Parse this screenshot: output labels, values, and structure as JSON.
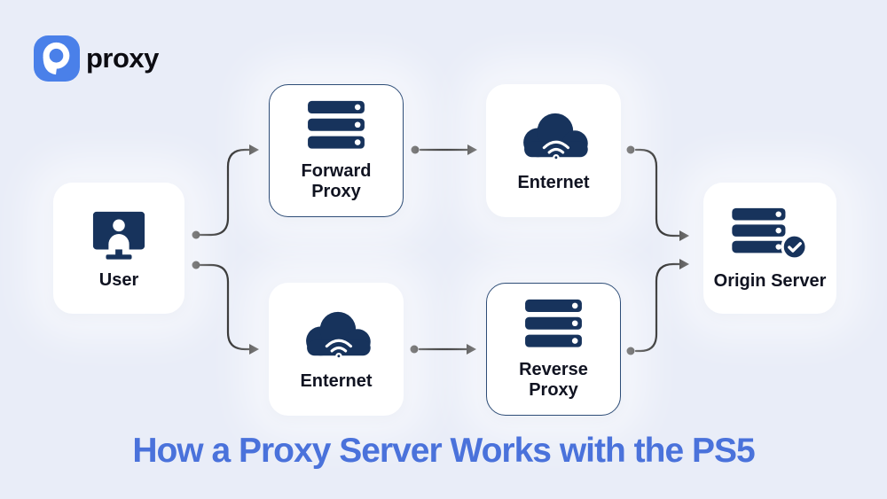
{
  "logo": {
    "text": "proxy",
    "icon": "nine-proxy-logo-icon"
  },
  "title": "How a Proxy Server Works with the PS5",
  "theme": {
    "background": "#e9edf8",
    "card": "#ffffff",
    "navy": "#17335c",
    "card_border": "#2e4d77",
    "title_color": "#4a72db",
    "connector": "#1c1c1c",
    "label_color": "#101321",
    "logo_blue": "#4a80e9"
  },
  "nodes": [
    {
      "id": "user",
      "label": "User",
      "icon": "user-monitor-icon",
      "bordered": false
    },
    {
      "id": "forward-proxy",
      "label": "Forward Proxy",
      "icon": "server-stack-icon",
      "bordered": true
    },
    {
      "id": "enternet-top",
      "label": "Enternet",
      "icon": "cloud-wifi-icon",
      "bordered": false
    },
    {
      "id": "enternet-bottom",
      "label": "Enternet",
      "icon": "cloud-wifi-icon",
      "bordered": false
    },
    {
      "id": "reverse-proxy",
      "label": "Reverse Proxy",
      "icon": "server-stack-icon",
      "bordered": true
    },
    {
      "id": "origin-server",
      "label": "Origin Server",
      "icon": "server-check-icon",
      "bordered": false
    }
  ],
  "connections": [
    {
      "from": "user",
      "to": "forward-proxy"
    },
    {
      "from": "user",
      "to": "enternet-bottom"
    },
    {
      "from": "forward-proxy",
      "to": "enternet-top"
    },
    {
      "from": "enternet-top",
      "to": "origin-server"
    },
    {
      "from": "enternet-bottom",
      "to": "reverse-proxy"
    },
    {
      "from": "reverse-proxy",
      "to": "origin-server"
    }
  ]
}
